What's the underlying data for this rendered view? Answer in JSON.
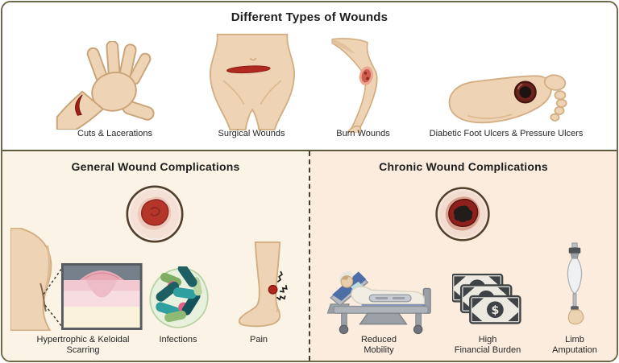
{
  "top": {
    "title": "Different Types of Wounds",
    "items": [
      {
        "name": "cuts-lacerations",
        "lines": [
          "Cuts & Lacerations"
        ]
      },
      {
        "name": "surgical-wounds",
        "lines": [
          "Surgical Wounds"
        ]
      },
      {
        "name": "burn-wounds",
        "lines": [
          "Burn Wounds"
        ]
      },
      {
        "name": "diabetic-ulcers",
        "lines": [
          "Diabetic Foot Ulcers & Pressure Ulcers"
        ]
      }
    ]
  },
  "general": {
    "title": "General Wound Complications",
    "items": [
      {
        "name": "scarring",
        "lines": [
          "Hypertrophic & Keloidal",
          "Scarring"
        ]
      },
      {
        "name": "infections",
        "lines": [
          "Infections"
        ]
      },
      {
        "name": "pain",
        "lines": [
          "Pain"
        ]
      }
    ]
  },
  "chronic": {
    "title": "Chronic Wound Complications",
    "items": [
      {
        "name": "reduced-mobility",
        "lines": [
          "Reduced",
          "Mobility"
        ]
      },
      {
        "name": "financial-burden",
        "lines": [
          "High",
          "Financial Burden"
        ]
      },
      {
        "name": "limb-amputation",
        "lines": [
          "Limb",
          "Amputation"
        ]
      }
    ]
  },
  "colors": {
    "frame_border": "#6d6847",
    "top_background": "#ffffff",
    "general_background": "#faf3e6",
    "chronic_background": "#fcecdd",
    "skin": "#eed4b5",
    "wound_red": "#b5352b",
    "necrotic_black": "#221c1b",
    "bacteria_teal": "#1d5f63",
    "bacteria_pink": "#e2608a",
    "money_dark": "#3f4346",
    "bed_blue": "#4d6ea6"
  }
}
